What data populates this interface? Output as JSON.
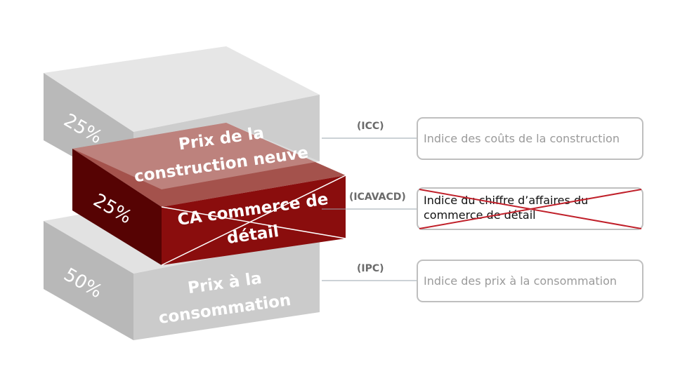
{
  "blocks": [
    {
      "id": "construction",
      "percent": "25%",
      "name_line1": "Prix de la",
      "name_line2": "construction neuve",
      "abbreviation": "(ICC)",
      "index_label": "Indice des coûts de la construction",
      "crossed_out": false
    },
    {
      "id": "retail",
      "percent": "25%",
      "name_line1": "CA commerce de",
      "name_line2": "détail",
      "abbreviation": "(ICAVACD)",
      "index_label_line1": "Indice du chiffre d’affaires du",
      "index_label_line2": "commerce de détail",
      "crossed_out": true
    },
    {
      "id": "consumption",
      "percent": "50%",
      "name_line1": "Prix à la",
      "name_line2": "consommation",
      "abbreviation": "(IPC)",
      "index_label": "Indice des prix à la consommation",
      "crossed_out": false
    }
  ],
  "colors": {
    "gray_front": "#c8c8c8",
    "gray_side": "#b5b5b5",
    "gray_top": "#e3e3e3",
    "red_front": "#8b0e0e",
    "red_side": "#5a0404",
    "red_top": "#a75650",
    "cross": "#c0202a"
  }
}
